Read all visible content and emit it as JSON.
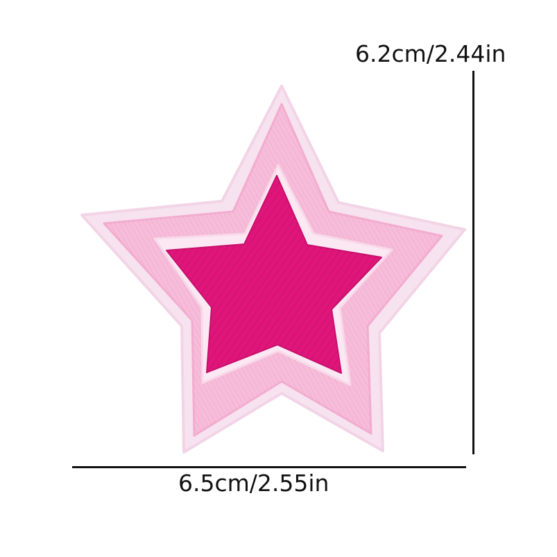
{
  "product": {
    "name": "star-embroidered-patch",
    "colors": {
      "outer_border": "#f7e2f0",
      "pink_band": "#f6bcd9",
      "inner_border": "#fbe8f2",
      "center": "#e0157a",
      "background": "#ffffff",
      "dimension_ink": "#111111"
    }
  },
  "dimensions": {
    "height_label": "6.2cm/2.44in",
    "width_label": "6.5cm/2.55in"
  }
}
